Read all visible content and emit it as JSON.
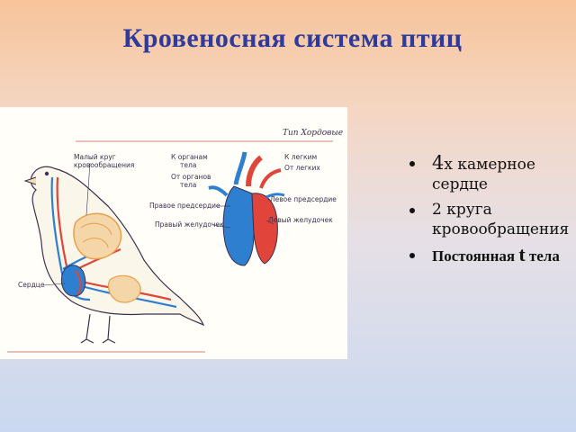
{
  "slide": {
    "title": "Кровеносная система птиц"
  },
  "diagram": {
    "heading": "Тип Хордовые",
    "labels": {
      "small_circle_line1": "Малый круг",
      "small_circle_line2": "кровообращения",
      "heart": "Сердце",
      "to_organs_line1": "К органам",
      "to_organs_line2": "тела",
      "from_organs_line1": "От органов",
      "from_organs_line2": "тела",
      "right_atrium": "Правое предсердие",
      "right_ventricle": "Правый желудочек",
      "to_lungs": "К легким",
      "from_lungs": "От легких",
      "left_atrium": "Левое предсердие",
      "left_ventricle": "Левый желудочек"
    },
    "colors": {
      "arterial": "#e0443a",
      "venous": "#2f7fd0",
      "lungs": "#e8a04a",
      "outline": "#3a3050"
    }
  },
  "facts": [
    {
      "lead": "4",
      "rest": "х камерное сердце"
    },
    {
      "text": "2 круга кровообращения"
    },
    {
      "text_before": "Постоянная ",
      "emph": "t",
      "text_after": " тела"
    }
  ]
}
